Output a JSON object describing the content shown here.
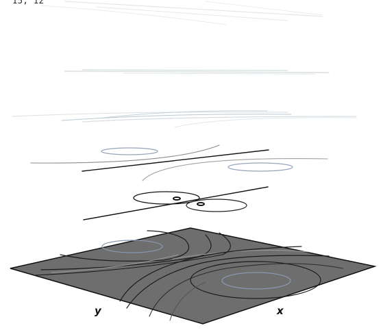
{
  "corner_text": "15, 12",
  "axes": {
    "x_label": "x",
    "y_label": "y"
  },
  "colors": {
    "plane_fill": "#6e6e6e",
    "plane_edge": "#111111",
    "contour_dark": "#1a1a1a",
    "contour_blue": "#8a96b0",
    "contour_gray": "#9a9a9a",
    "faint_line": "#cfd6dc"
  }
}
